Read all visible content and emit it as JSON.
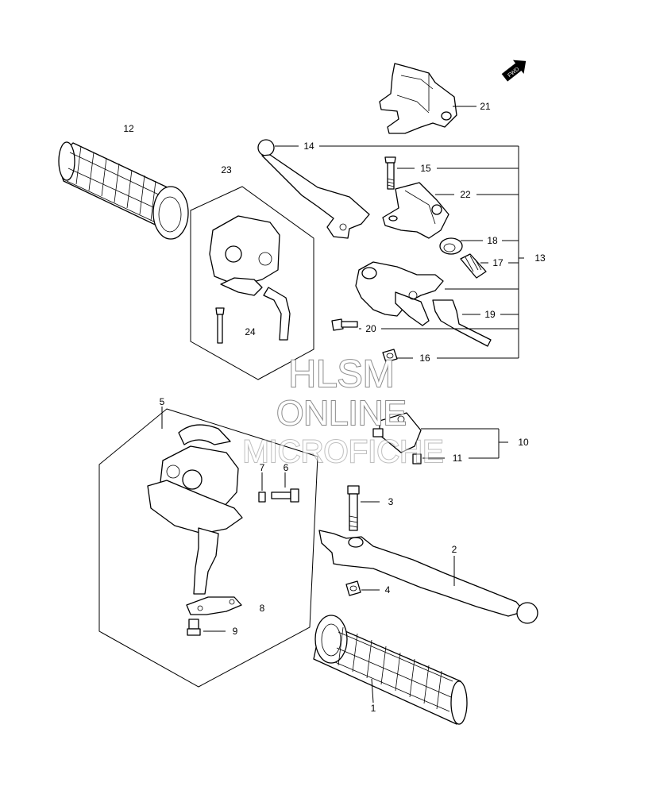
{
  "fwd_arrow_text": "FWD",
  "watermark": {
    "line1": "HLSM",
    "line2": "ONLINE",
    "line3": "MICROFICHE"
  },
  "labels": {
    "p1": "1",
    "p2": "2",
    "p3": "3",
    "p4": "4",
    "p5": "5",
    "p6": "6",
    "p7": "7",
    "p8": "8",
    "p9": "9",
    "p10": "10",
    "p11": "11",
    "p12": "12",
    "p13": "13",
    "p14": "14",
    "p15": "15",
    "p16": "16",
    "p17": "17",
    "p18": "18",
    "p19": "19",
    "p20": "20",
    "p21": "21",
    "p22": "22",
    "p23": "23",
    "p24": "24"
  }
}
